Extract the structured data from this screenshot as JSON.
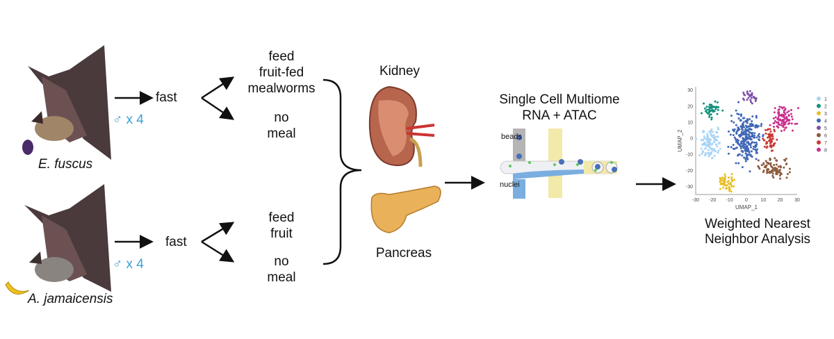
{
  "species": [
    {
      "name": "E. fuscus",
      "sex_count": "♂ x 4",
      "step": "fast",
      "conditions": [
        "feed\nfruit-fed\nmealworms",
        "no\nmeal"
      ]
    },
    {
      "name": "A. jamaicensis",
      "sex_count": "♂ x 4",
      "step": "fast",
      "conditions": [
        "feed\nfruit",
        "no\nmeal"
      ]
    }
  ],
  "tissues": [
    "Kidney",
    "Pancreas"
  ],
  "assay": {
    "title_line1": "Single Cell Multiome",
    "title_line2": "RNA + ATAC",
    "beads_label": "beads",
    "nuclei_label": "nuclei"
  },
  "analysis": {
    "line1": "Weighted Nearest",
    "line2": "Neighbor Analysis"
  },
  "colors": {
    "male": "#3aa0d8",
    "beads": "#4a6fb8",
    "nuclei": "#5cc95a",
    "oil": "#f3e9a8"
  },
  "chart_data": {
    "type": "scatter",
    "xlabel": "UMAP_1",
    "ylabel": "UMAP_2",
    "xlim": [
      -30,
      30
    ],
    "ylim": [
      -35,
      32
    ],
    "xticks": [
      -30,
      -20,
      -10,
      0,
      10,
      20,
      30
    ],
    "yticks": [
      30,
      20,
      10,
      0,
      -10,
      -20,
      -30
    ],
    "legend_position": "right",
    "clusters": [
      {
        "name": "1",
        "color": "#a9d4f5",
        "center": [
          -21,
          -3
        ],
        "spread": [
          5,
          7
        ],
        "n": 110
      },
      {
        "name": "2",
        "color": "#13917c",
        "center": [
          -20,
          18
        ],
        "spread": [
          4,
          3.5
        ],
        "n": 45
      },
      {
        "name": "3",
        "color": "#e8bf25",
        "center": [
          -11,
          -28
        ],
        "spread": [
          4,
          4
        ],
        "n": 55
      },
      {
        "name": "4",
        "color": "#4167b6",
        "center": [
          0,
          0
        ],
        "spread": [
          7,
          12
        ],
        "n": 260
      },
      {
        "name": "5",
        "color": "#7f51a8",
        "center": [
          2,
          26
        ],
        "spread": [
          4,
          3
        ],
        "n": 30
      },
      {
        "name": "6",
        "color": "#8d5a3e",
        "center": [
          16,
          -18
        ],
        "spread": [
          7,
          5
        ],
        "n": 90
      },
      {
        "name": "7",
        "color": "#c93a34",
        "center": [
          14,
          0
        ],
        "spread": [
          3,
          6
        ],
        "n": 55
      },
      {
        "name": "8",
        "color": "#c9318e",
        "center": [
          22,
          12
        ],
        "spread": [
          5,
          6
        ],
        "n": 95
      }
    ]
  }
}
